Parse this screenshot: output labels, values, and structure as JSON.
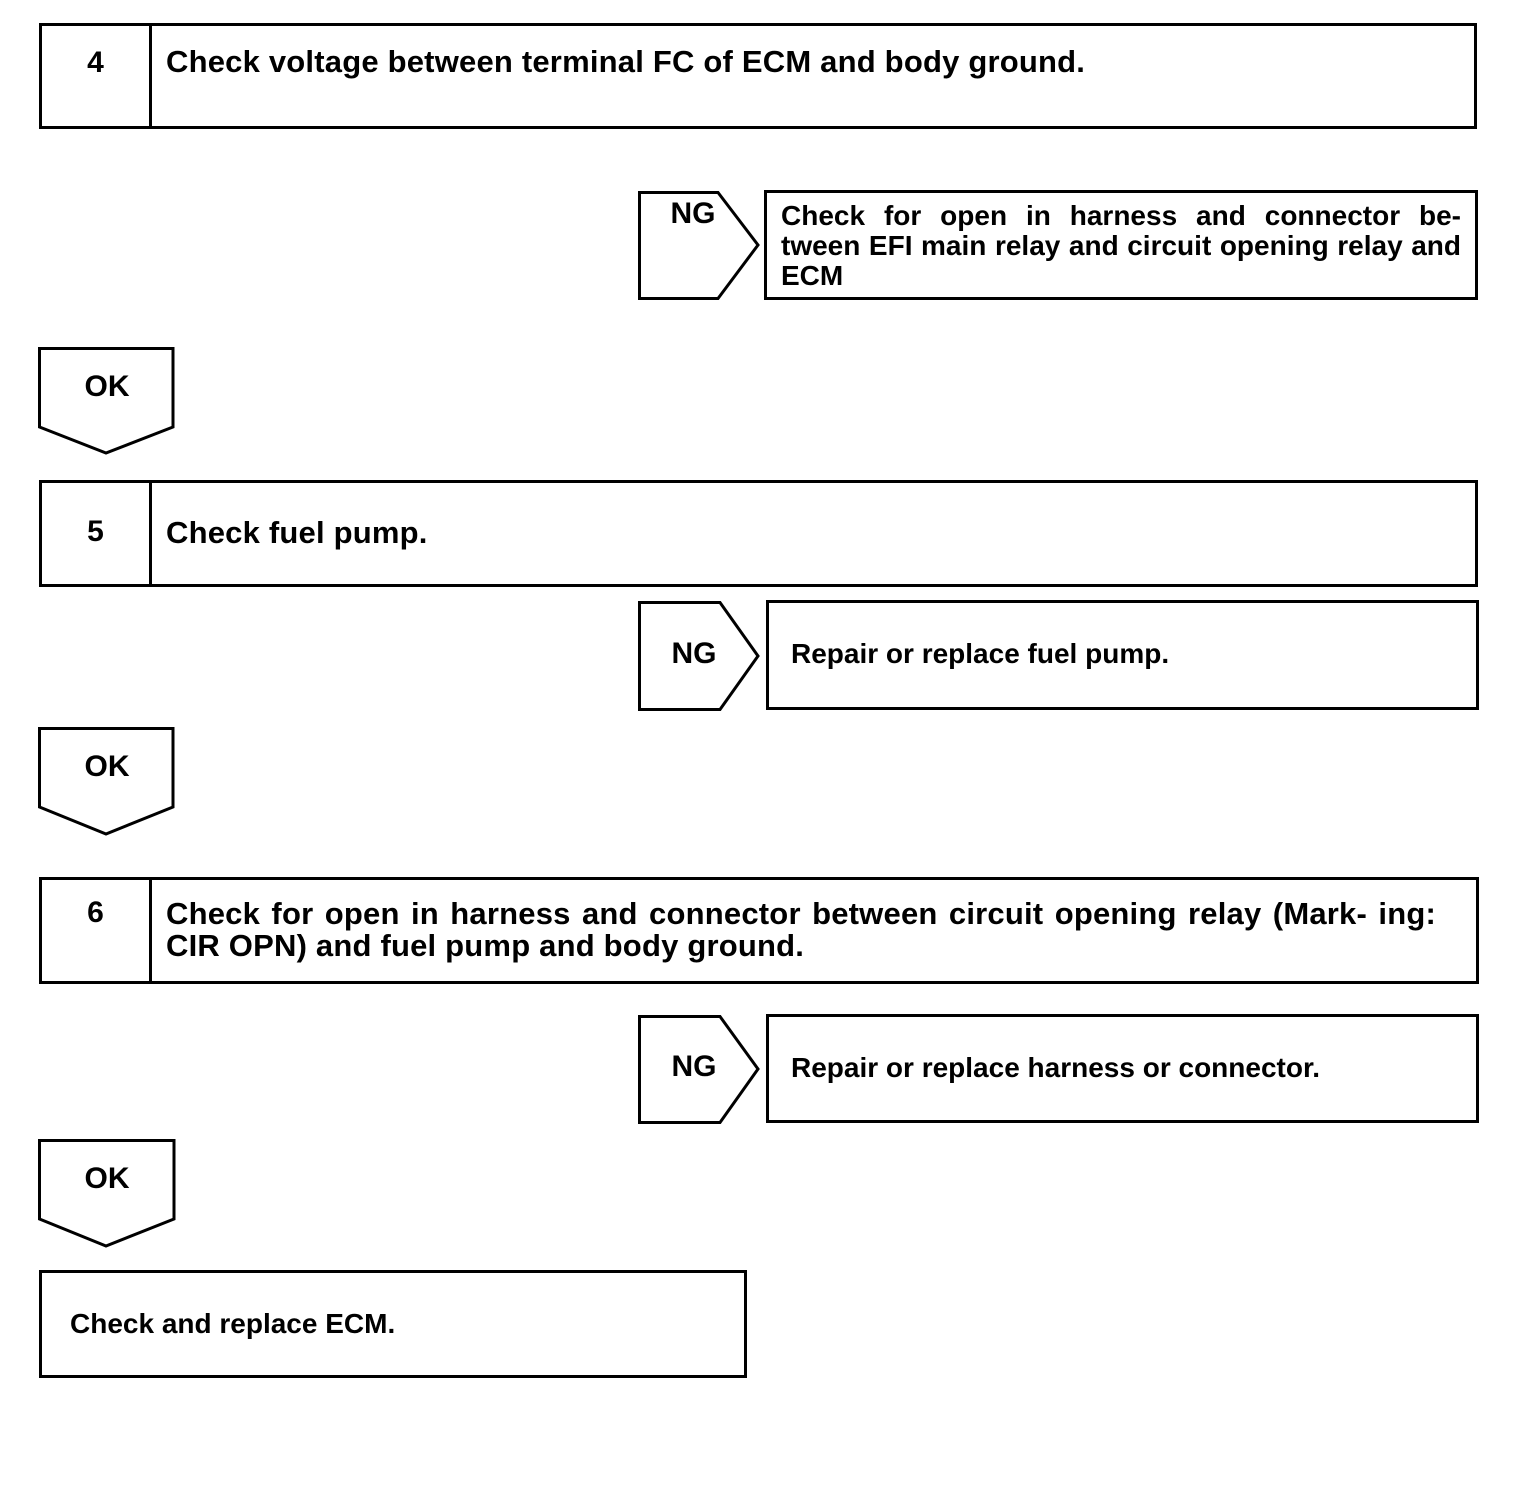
{
  "steps": [
    {
      "number": "4",
      "text": "Check voltage between terminal FC of ECM and body ground."
    },
    {
      "number": "5",
      "text": "Check fuel pump."
    },
    {
      "number": "6",
      "text": "Check for open in harness and connector between circuit opening relay (Mark- ing: CIR OPN) and fuel pump and body ground."
    }
  ],
  "ng_label": "NG",
  "ok_label": "OK",
  "ng_results": [
    "Check for open in harness and connector be- tween EFI main relay and circuit opening relay and ECM",
    "Repair or replace fuel pump.",
    "Repair or replace harness or connector."
  ],
  "final_action": "Check and replace ECM."
}
